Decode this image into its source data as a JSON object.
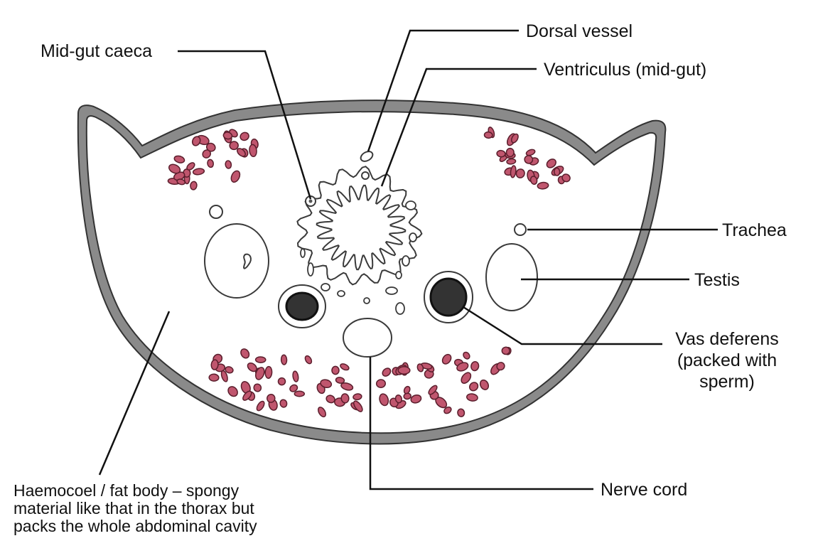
{
  "labels": {
    "midgut_caeca": "Mid-gut caeca",
    "dorsal_vessel": "Dorsal vessel",
    "ventriculus": "Ventriculus (mid-gut)",
    "trachea": "Trachea",
    "testis": "Testis",
    "vas_deferens": [
      "Vas deferens",
      "(packed with",
      "sperm)"
    ],
    "nerve_cord": "Nerve cord",
    "haemocoel": [
      "Haemocoel / fat body – spongy",
      "material like that in the thorax but",
      "packs the whole abdominal cavity"
    ]
  },
  "colors": {
    "cuticle_fill": "#8a8a8a",
    "cuticle_edge": "#333333",
    "outline": "#3a3a3a",
    "fat_cell_fill": "#c0566e",
    "fat_cell_edge": "#5a1e2c",
    "sperm_fill": "#333333",
    "leader_line": "#111111"
  }
}
